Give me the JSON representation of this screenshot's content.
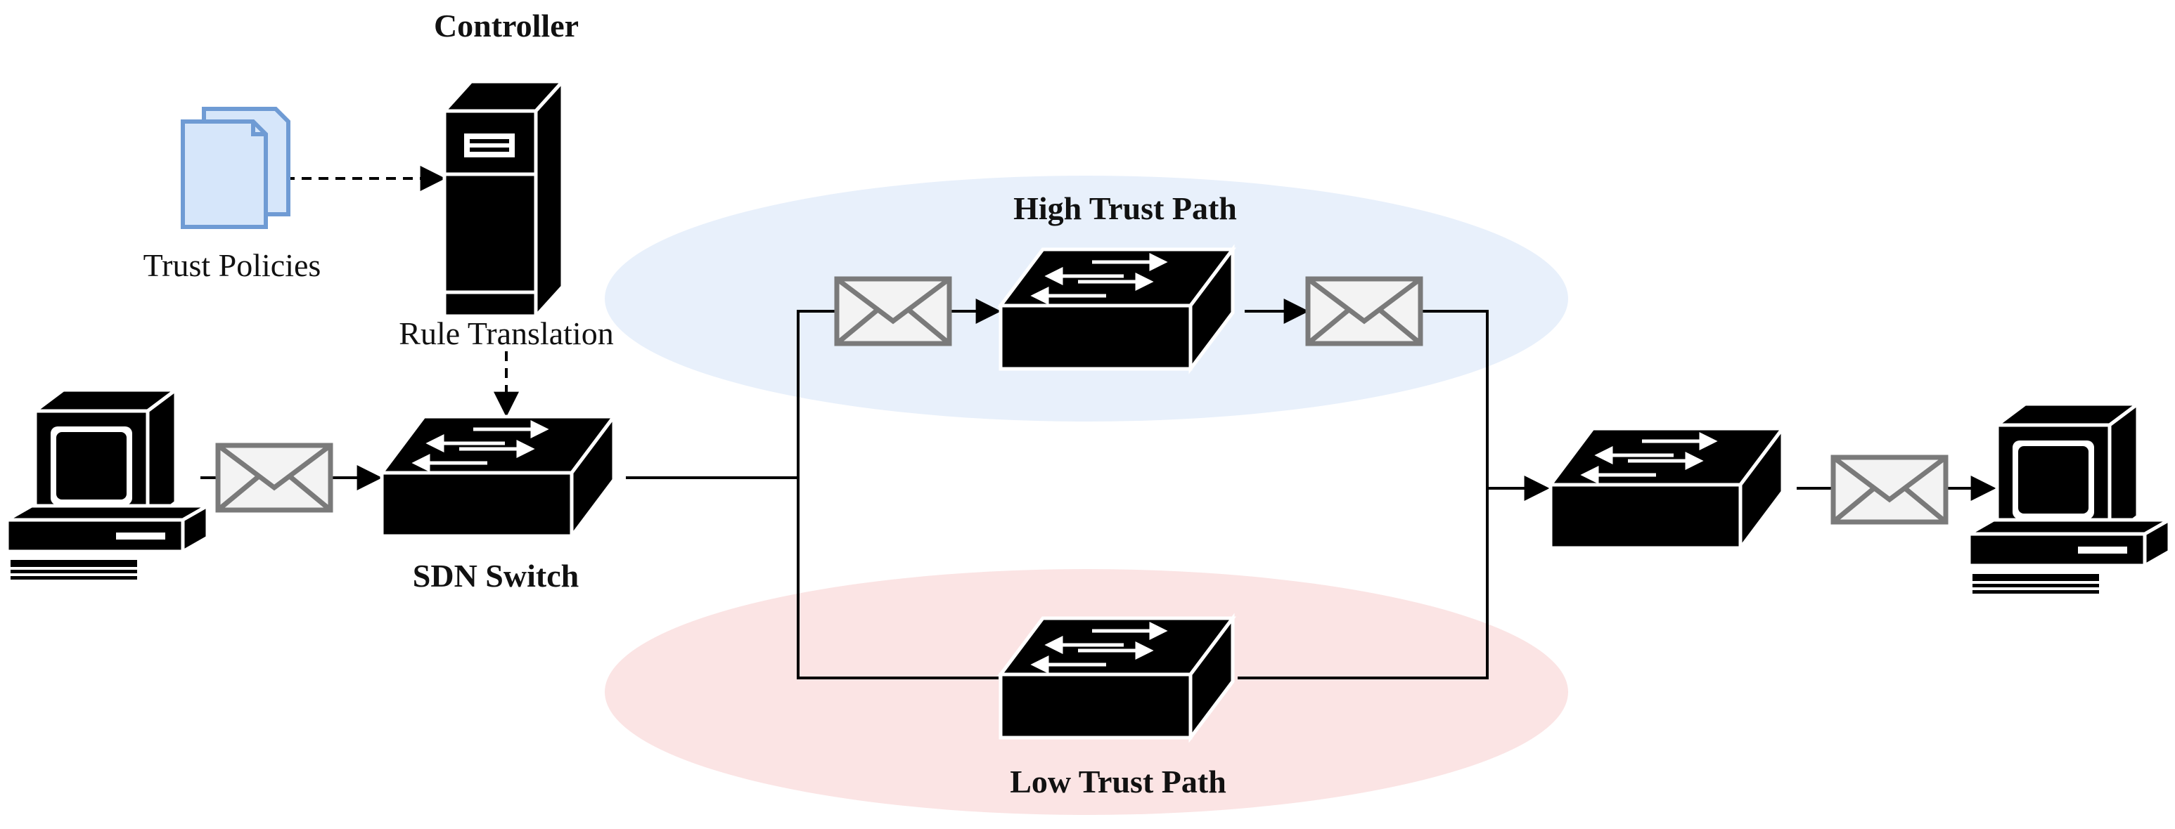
{
  "labels": {
    "controller": "Controller",
    "trust_policies": "Trust Policies",
    "rule_translation": "Rule Translation",
    "sdn_switch": "SDN Switch",
    "high_trust_path": "High Trust Path",
    "low_trust_path": "Low Trust Path"
  },
  "colors": {
    "high_trust_zone": "#e8f0fb",
    "low_trust_zone": "#fbe4e4",
    "policy_document": "#d6e6fa",
    "policy_document_stroke": "#6f9bd4",
    "envelope_fill": "#f3f3f3",
    "envelope_stroke": "#7a7a7a",
    "device": "#000000"
  },
  "icons": {
    "policies": "document-stack-icon",
    "controller": "server-tower-icon",
    "switch": "network-switch-icon",
    "host": "desktop-computer-icon",
    "packet": "envelope-icon"
  }
}
